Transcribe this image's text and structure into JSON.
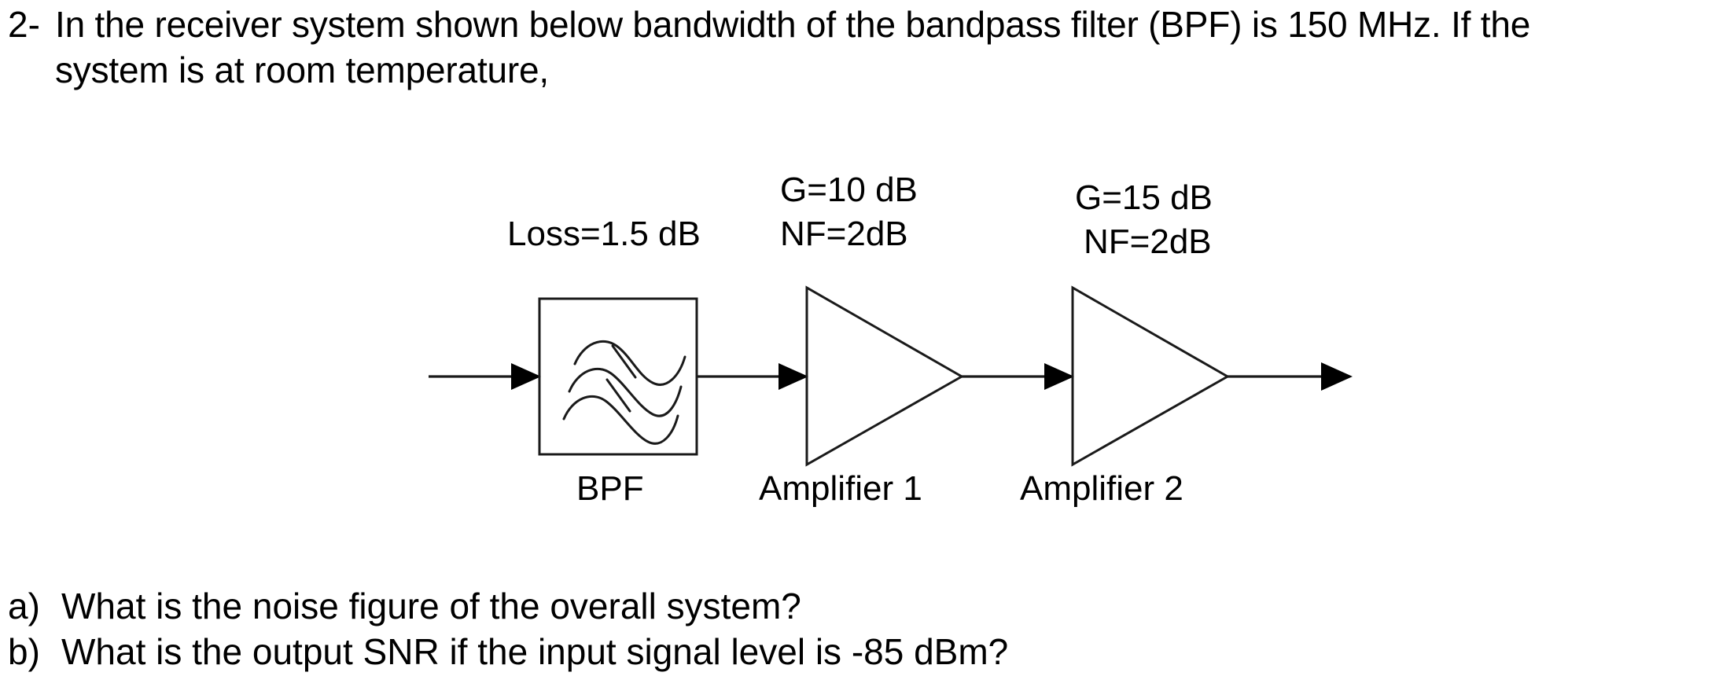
{
  "question": {
    "number": "2-",
    "line1": "In the receiver system shown below bandwidth of the bandpass filter (BPF) is 150 MHz. If the",
    "line2": "system is at room temperature,"
  },
  "diagram": {
    "type": "rf-receiver-block-diagram",
    "blocks": [
      {
        "id": "bpf",
        "kind": "bandpass-filter",
        "name": "BPF",
        "spec_lines": [
          "Loss=1.5 dB"
        ],
        "loss_db": 1.5
      },
      {
        "id": "amplifier-1",
        "kind": "amplifier",
        "name": "Amplifier 1",
        "spec_lines": [
          "G=10 dB",
          "NF=2dB"
        ],
        "gain_db": 10,
        "nf_db": 2
      },
      {
        "id": "amplifier-2",
        "kind": "amplifier",
        "name": "Amplifier 2",
        "spec_lines": [
          "G=15 dB",
          "NF=2dB"
        ],
        "gain_db": 15,
        "nf_db": 2
      }
    ],
    "labels": {
      "bpf_loss": "Loss=1.5 dB",
      "amp1_gain": "G=10 dB",
      "amp1_nf": "NF=2dB",
      "amp2_gain": "G=15 dB",
      "amp2_nf": "NF=2dB",
      "bpf_name": "BPF",
      "amp1_name": "Amplifier 1",
      "amp2_name": "Amplifier 2"
    },
    "stroke_color": "#1a1a1a",
    "signal_flow": "left-to-right"
  },
  "subquestions": [
    {
      "marker": "a)",
      "text": "What is the noise figure of the overall system?"
    },
    {
      "marker": "b)",
      "text": "What is the output SNR if the input signal level is -85 dBm?"
    }
  ],
  "given": {
    "bandwidth": "150 MHz",
    "temperature": "room temperature",
    "input_signal_level": "-85 dBm"
  },
  "colors": {
    "background": "#ffffff",
    "text": "#000000",
    "diagram_stroke": "#1a1a1a"
  }
}
